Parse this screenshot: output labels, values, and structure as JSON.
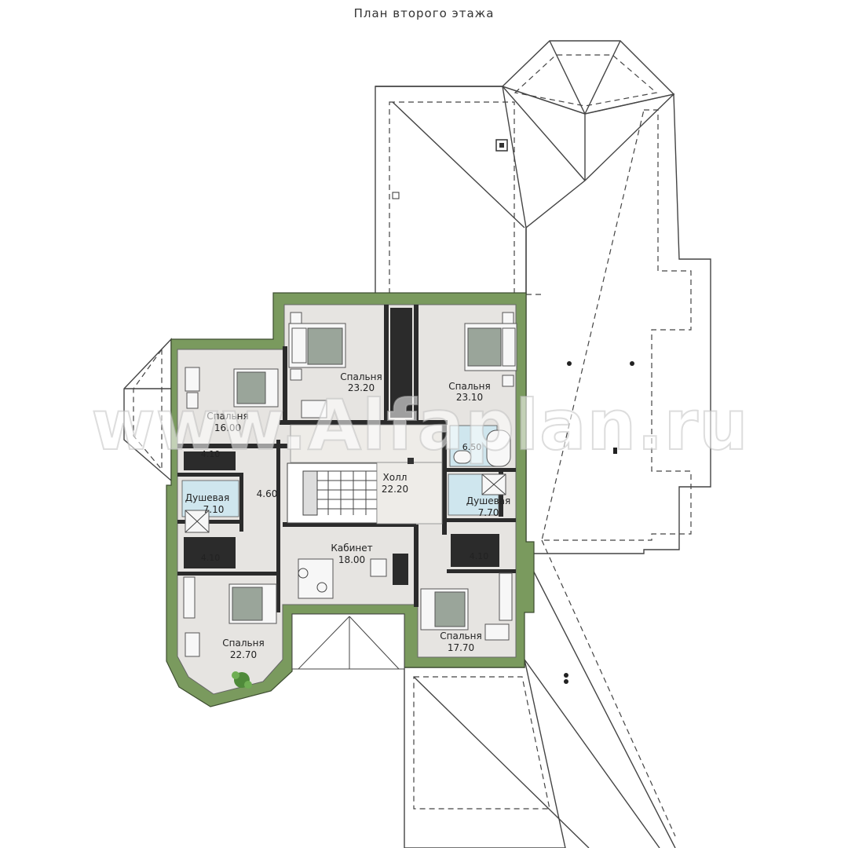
{
  "title": "План второго этажа",
  "watermark": "www.Alfaplan.ru",
  "rooms": {
    "bedroom_top_left": {
      "name": "Спальня",
      "area": "23.20"
    },
    "bedroom_top_right": {
      "name": "Спальня",
      "area": "23.10"
    },
    "bedroom_left_small": {
      "name": "Спальня",
      "area": "16.00"
    },
    "bath_right_small": {
      "area": "6.50"
    },
    "closet_left_top": {
      "area": "4.10"
    },
    "corridor": {
      "area": "4.60"
    },
    "hall": {
      "name": "Холл",
      "area": "22.20"
    },
    "shower_left": {
      "name": "Душевая",
      "area": "7.10"
    },
    "shower_right": {
      "name": "Душевая",
      "area": "7.70"
    },
    "closet_left_bottom": {
      "area": "4.10"
    },
    "study": {
      "name": "Кабинет",
      "area": "18.00"
    },
    "closet_right": {
      "area": "4.10"
    },
    "bedroom_bottom_left": {
      "name": "Спальня",
      "area": "22.70"
    },
    "bedroom_bottom_right": {
      "name": "Спальня",
      "area": "17.70"
    }
  },
  "colors": {
    "wall": "#7a9a5e",
    "floor": "#e6e4e1",
    "roof_line": "#444444"
  }
}
